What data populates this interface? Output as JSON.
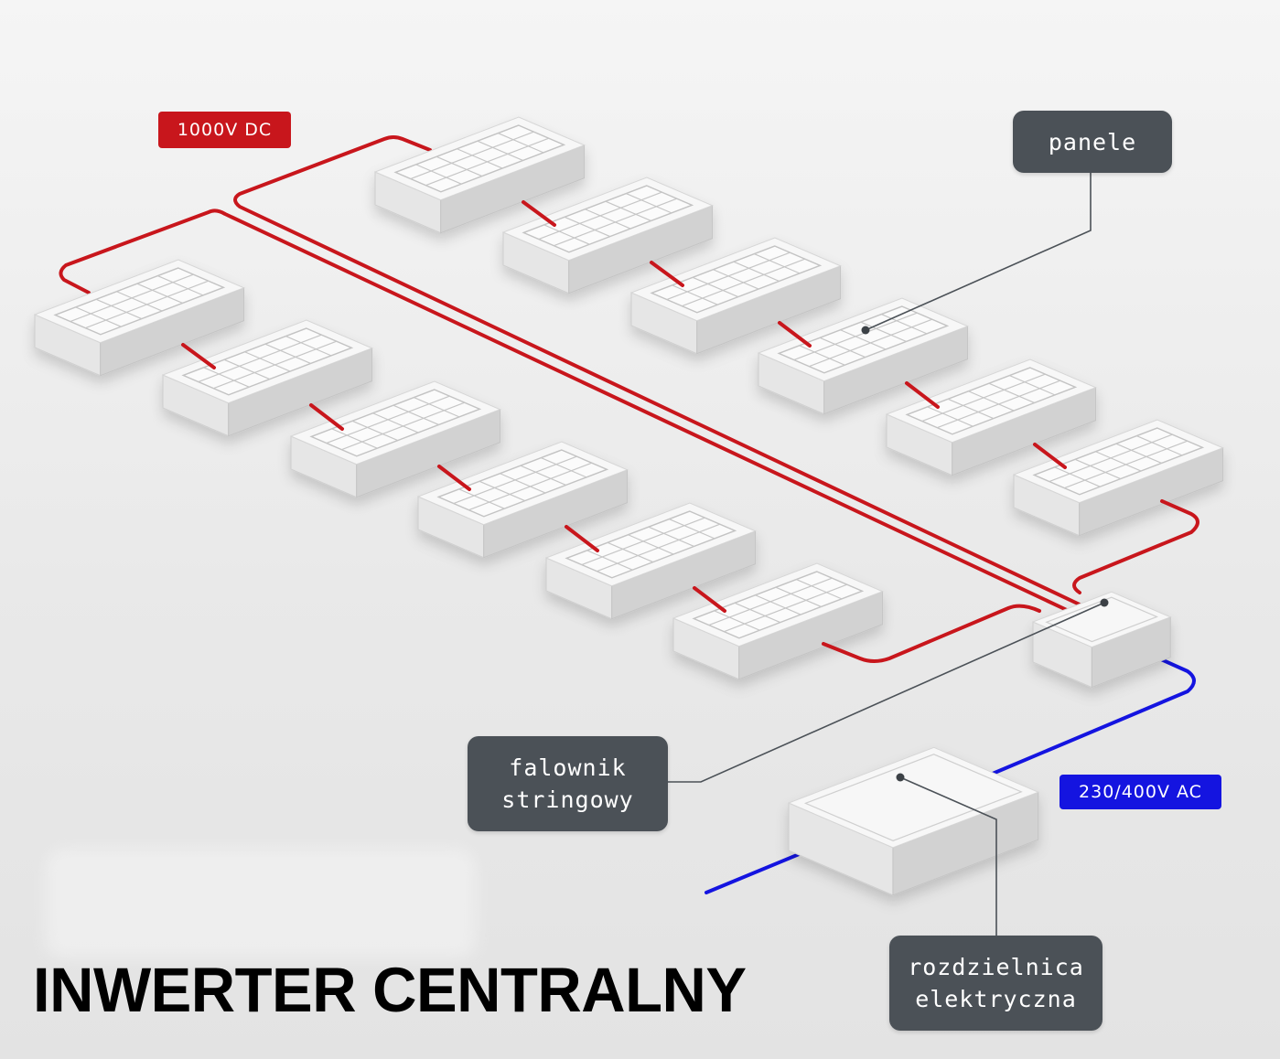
{
  "labels": {
    "dc_voltage": "1000V DC",
    "ac_voltage": "230/400V AC"
  },
  "callouts": {
    "panels": [
      "panele"
    ],
    "inverter": [
      "falownik",
      "stringowy"
    ],
    "switchboard": [
      "rozdzielnica",
      "elektryczna"
    ]
  },
  "title": "INWERTER CENTRALNY",
  "colors": {
    "dc_wire": "#c8161c",
    "ac_wire": "#1414e0",
    "callout_bg": "#4b5157",
    "panel_top": "#f7f7f7",
    "panel_front": "#e6e6e6",
    "panel_side": "#d2d2d2"
  },
  "icons": {
    "panel": "solar-panel-icon",
    "inverter": "inverter-box-icon",
    "switchboard": "switchboard-box-icon"
  }
}
